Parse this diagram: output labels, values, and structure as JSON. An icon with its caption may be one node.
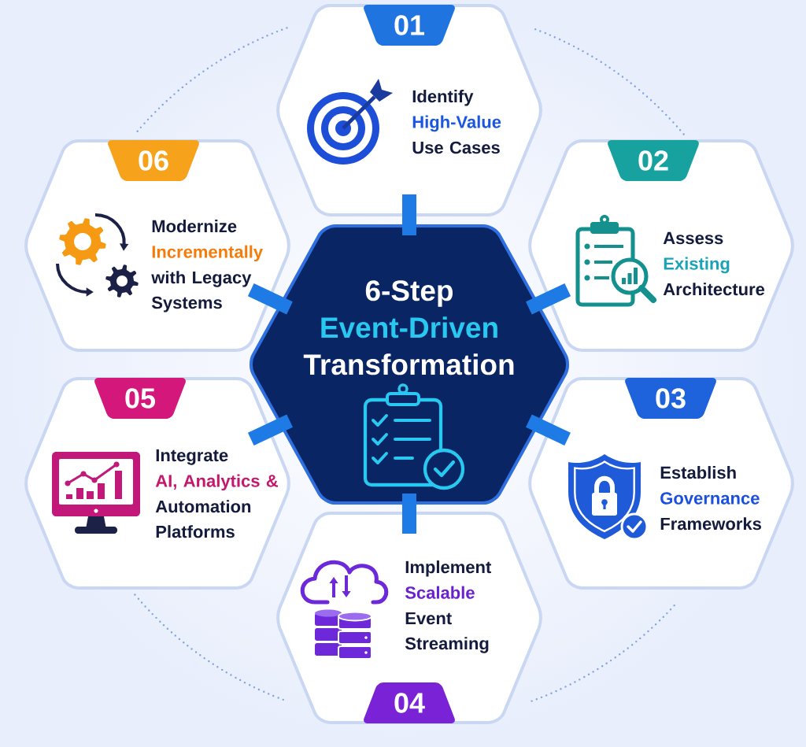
{
  "diagram": {
    "nodes": [
      {
        "text": [
          "6-Step",
          "Event-Driven",
          "Transformation"
        ]
      },
      {
        "text": [
          "Identify",
          "High-Value",
          "Use Cases"
        ]
      },
      {
        "text": [
          "01"
        ],
        "in": 1
      },
      {
        "text": [
          "Assess",
          "Existing",
          "Architecture"
        ]
      },
      {
        "text": [
          "02"
        ],
        "in": 3
      },
      {
        "text": [
          "Establish",
          "Governance",
          "Frameworks"
        ]
      },
      {
        "text": [
          "03"
        ],
        "in": 5
      },
      {
        "text": [
          "Implement",
          "Scalable",
          "Event Streaming"
        ]
      },
      {
        "text": [
          "04"
        ],
        "in": 7
      },
      {
        "text": [
          "Integrate",
          "AI, Analytics &",
          "Automation Platforms"
        ]
      },
      {
        "text": [
          "05"
        ],
        "in": 9
      },
      {
        "text": [
          "Modernize",
          "Incrementally",
          "with Legacy Systems"
        ]
      },
      {
        "text": [
          "06"
        ],
        "in": 11
      }
    ],
    "edges": [
      {
        "from": 0,
        "to": 1,
        "arrow": "none"
      },
      {
        "from": 0,
        "to": 3,
        "arrow": "none"
      },
      {
        "from": 0,
        "to": 5,
        "arrow": "none"
      },
      {
        "from": 0,
        "to": 7,
        "arrow": "none"
      },
      {
        "from": 0,
        "to": 9,
        "arrow": "none"
      },
      {
        "from": 0,
        "to": 11,
        "arrow": "none"
      }
    ]
  }
}
